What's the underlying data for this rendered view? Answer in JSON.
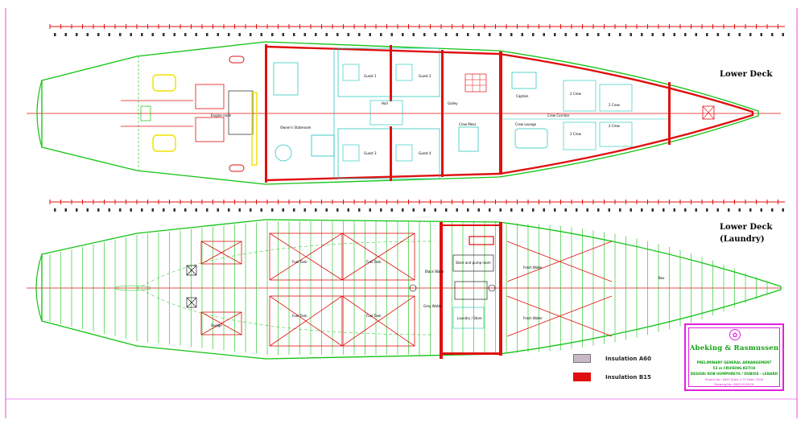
{
  "colors": {
    "hull": "#12c312",
    "frame": "#12c312",
    "insulation_b15": "#e01010",
    "insulation_a60": "#c8b8c8",
    "interior": "#12c3b8",
    "ruler": "#e01010",
    "titleblock": "#e020e0",
    "machinery_yellow": "#f0e000",
    "centerline": "#e01010"
  },
  "decks": {
    "upper": {
      "label": "Lower Deck"
    },
    "lower": {
      "label_line1": "Lower Deck",
      "label_line2": "(Laundry)"
    }
  },
  "rooms_upper": {
    "owners": "Owner's Stateroom",
    "guest1": "Guest 1",
    "guest2": "Guest 2",
    "guest3": "Guest 3",
    "guest4": "Guest 4",
    "hall": "Hall",
    "galley": "Galley",
    "crew_mess": "Crew Mess",
    "crew_corridor": "Crew Corridor",
    "crew_lounge": "Crew Lounge",
    "captain": "Captain",
    "crew2a": "2 Crew",
    "crew2b": "2 Crew",
    "crew2c": "2 Crew",
    "crew2d": "2 Crew",
    "engine_room": "Engine room"
  },
  "rooms_lower": {
    "fuel1": "Fuel Tank",
    "fuel2": "Fuel Tank",
    "fuel3": "Fuel Tank",
    "fuel4": "Fuel Tank",
    "fresh1": "Fresh Water",
    "fresh2": "Fresh Water",
    "sludge": "Sludge",
    "black_water": "Black Water",
    "grey_water": "Grey Water",
    "store_pump": "Store and pump room",
    "laundry": "Laundry / Store",
    "box": "Box"
  },
  "legend": [
    {
      "label": "Insulation A60",
      "color": "#c8b8c8"
    },
    {
      "label": "Insulation B15",
      "color": "#e01010"
    }
  ],
  "titleblock": {
    "company": "Abeking & Rasmussen",
    "line1": "PRELIMINARY GENERAL ARRANGEMENT",
    "line2": "53 m CRUISING KETCH",
    "line3": "DESIGN: ROB HUMPHREYS / DUBOIS - LENARD",
    "line4": "Project No.: 6453   Scale 1:75   Date: 2004",
    "line5": "Drawing No.: 6453-0100-01"
  }
}
